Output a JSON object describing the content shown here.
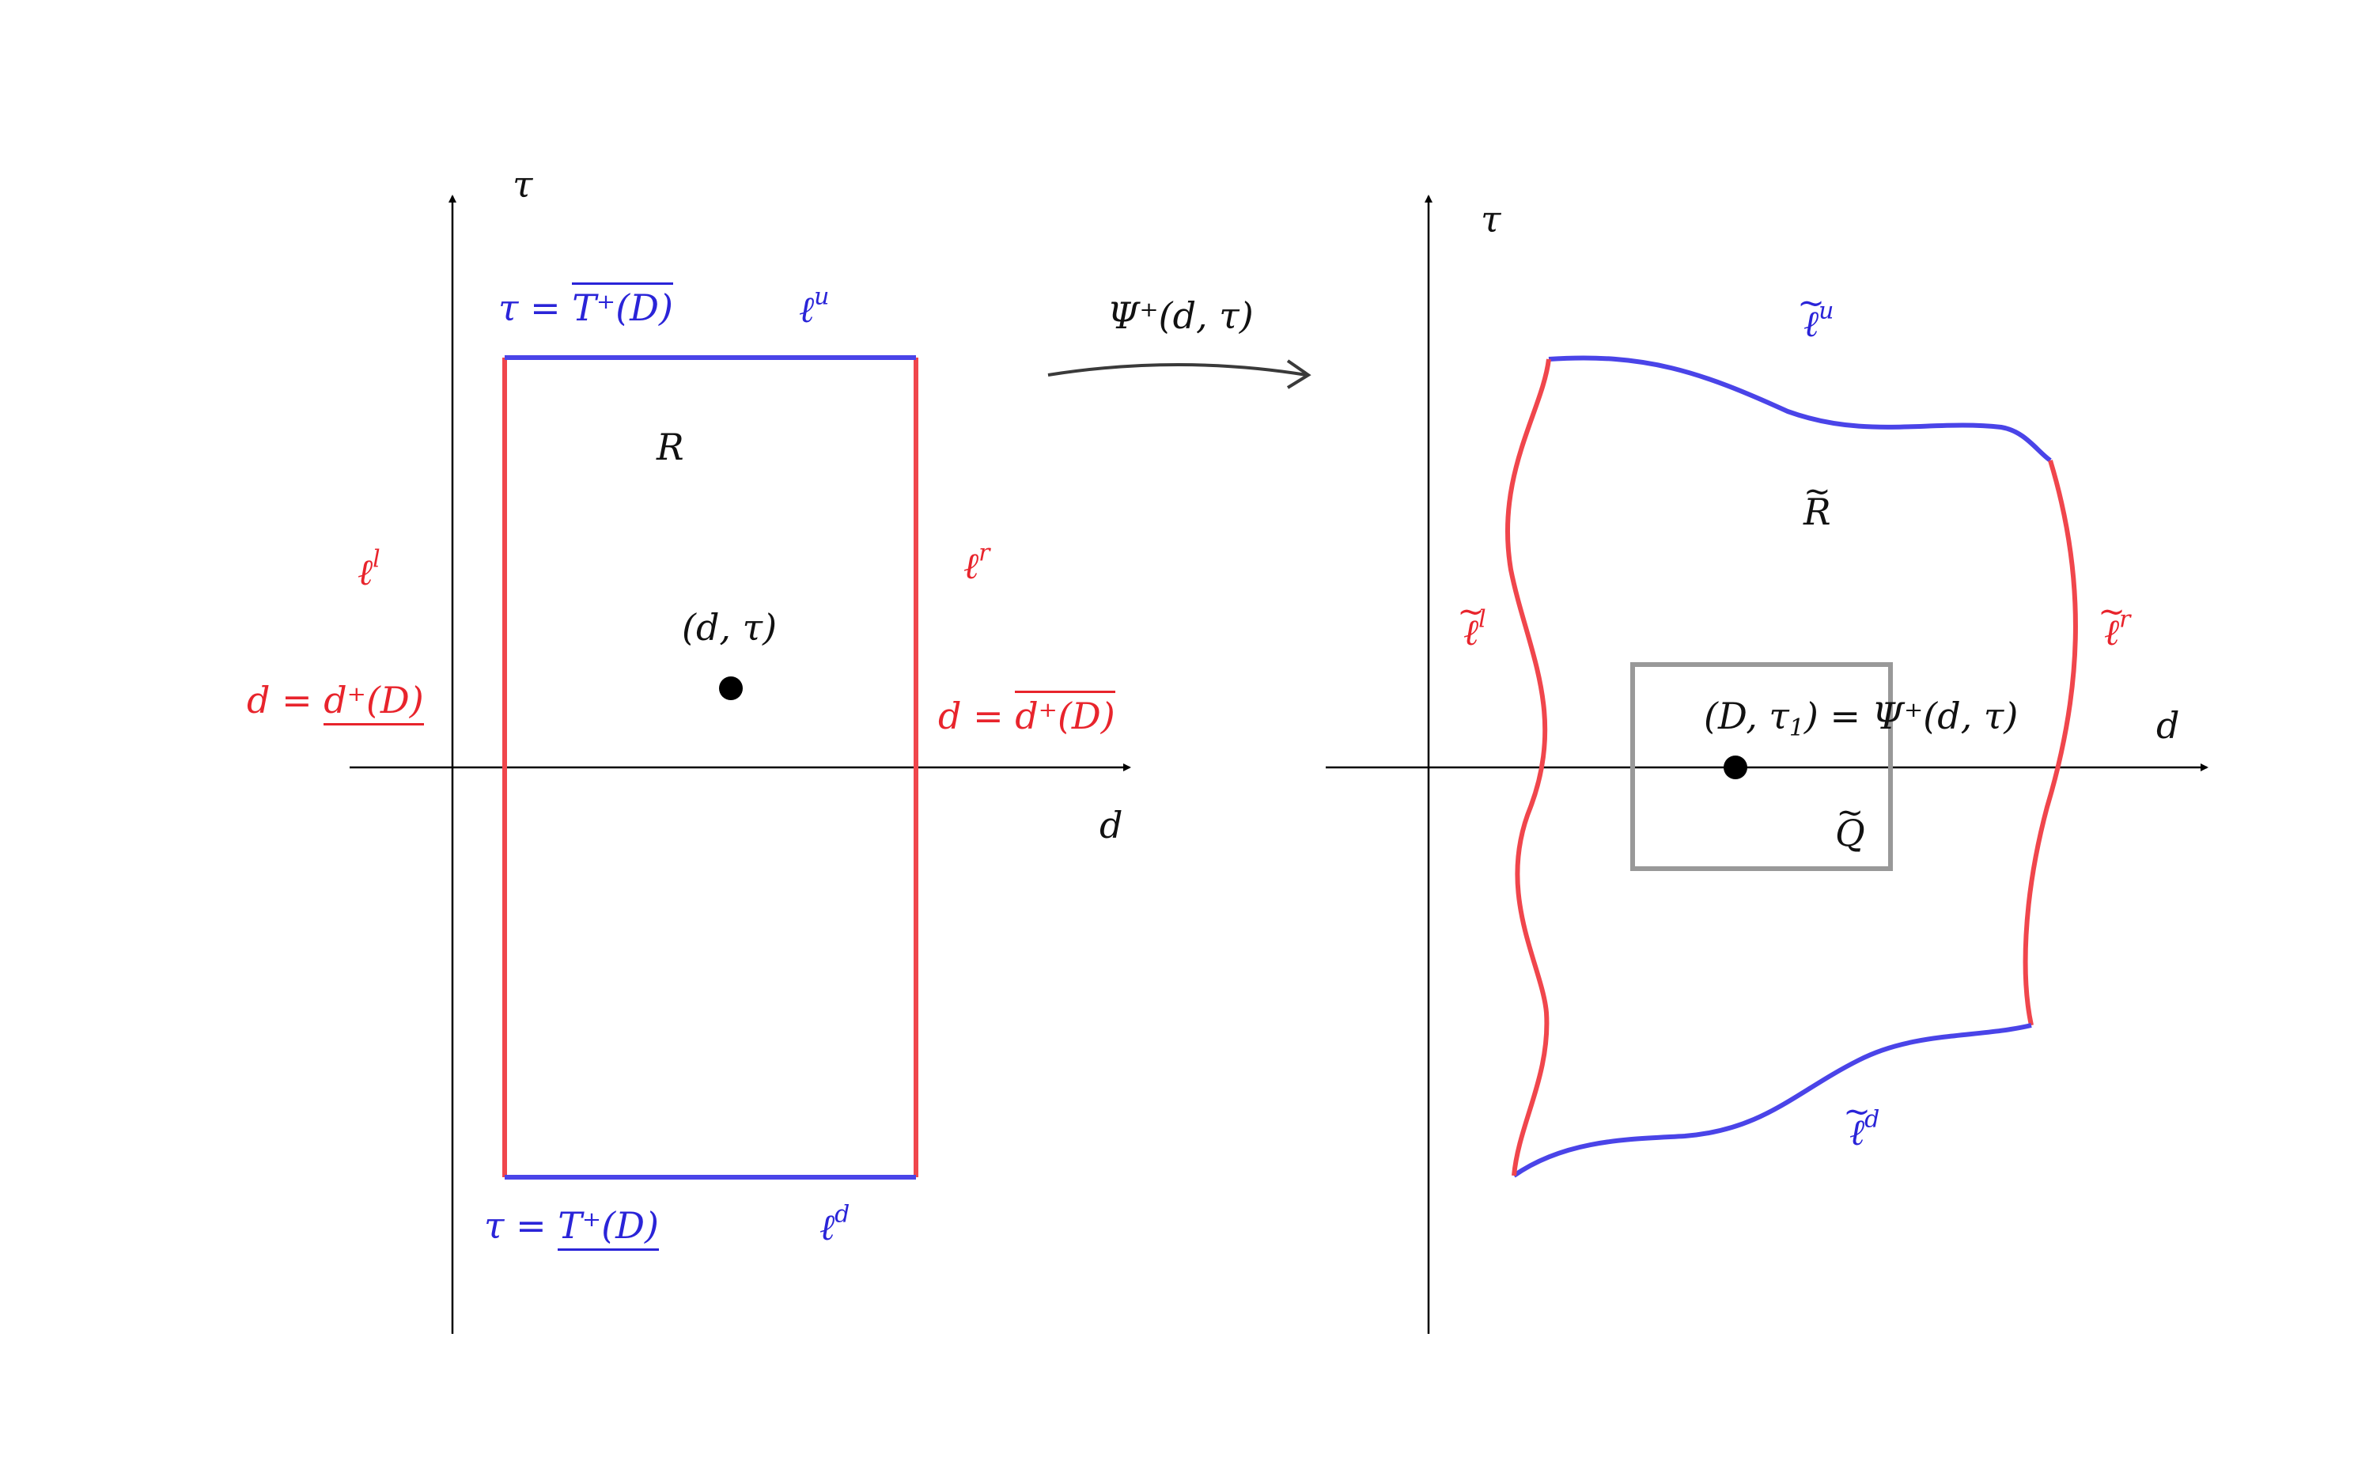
{
  "colors": {
    "red": "#f0464c",
    "blue": "#4a44e8",
    "axis": "#000000",
    "box": "#999999",
    "arrow": "#3a3a3a"
  },
  "left": {
    "axis_tau": "τ",
    "axis_d": "d",
    "region": "R",
    "point": "(d, τ)",
    "top_eq_lhs": "τ = ",
    "top_eq_rhs": "T⁺(D)",
    "top_curve": "ℓ",
    "top_curve_sup": "u",
    "bottom_eq_lhs": "τ = ",
    "bottom_eq_rhs": "T⁺(D)",
    "bottom_curve": "ℓ",
    "bottom_curve_sup": "d",
    "left_curve": "ℓ",
    "left_curve_sup": "l",
    "left_eq_lhs": "d = ",
    "left_eq_rhs": "d⁺(D)",
    "right_curve": "ℓ",
    "right_curve_sup": "r",
    "right_eq_lhs": "d = ",
    "right_eq_rhs": "d⁺(D)"
  },
  "map_label": "Ψ⁺(d, τ)",
  "right": {
    "axis_tau": "τ",
    "axis_d": "d",
    "region": "R",
    "box": "Q",
    "point_lhs": "(D, τ",
    "point_sub": "1",
    "point_rhs": ") = Ψ⁺(d, τ)",
    "top_curve": "ℓ",
    "top_curve_sup": "u",
    "bottom_curve": "ℓ",
    "bottom_curve_sup": "d",
    "left_curve": "ℓ",
    "left_curve_sup": "l",
    "right_curve": "ℓ",
    "right_curve_sup": "r"
  }
}
